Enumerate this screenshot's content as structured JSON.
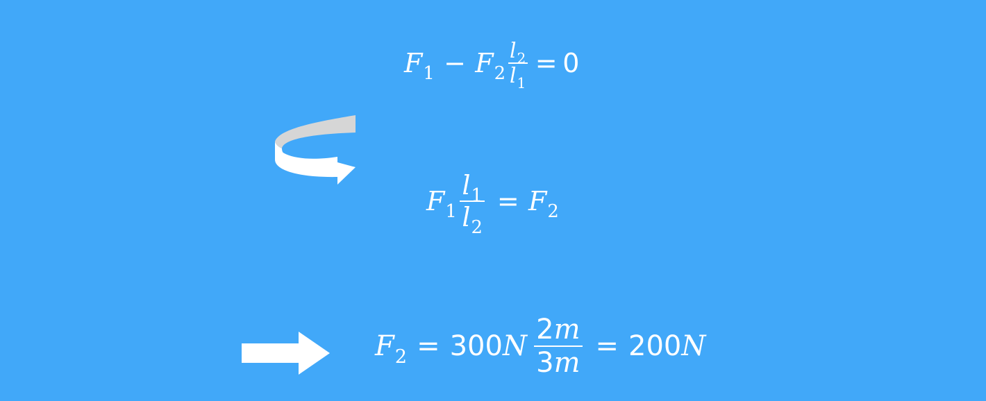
{
  "equations": {
    "eq1": {
      "f1_var": "F",
      "f1_sub": "1",
      "minus": "−",
      "f2_var": "F",
      "f2_sub": "2",
      "num_var": "l",
      "num_sub": "2",
      "den_var": "l",
      "den_sub": "1",
      "equals": "=",
      "rhs": "0"
    },
    "eq2": {
      "f1_var": "F",
      "f1_sub": "1",
      "num_var": "l",
      "num_sub": "1",
      "den_var": "l",
      "den_sub": "2",
      "equals": "=",
      "f2_var": "F",
      "f2_sub": "2"
    },
    "eq3": {
      "f2_var": "F",
      "f2_sub": "2",
      "equals1": "=",
      "value1": "300",
      "unit1": "N",
      "num": "2",
      "num_unit": "m",
      "den": "3",
      "den_unit": "m",
      "equals2": "=",
      "result": "200",
      "result_unit": "N"
    }
  },
  "icons": {
    "curved": "curved-arrow-icon",
    "right": "right-arrow-icon"
  },
  "colors": {
    "background": "#41a8f9",
    "text": "#ffffff",
    "arrow_inner": "#d6d6d6"
  }
}
